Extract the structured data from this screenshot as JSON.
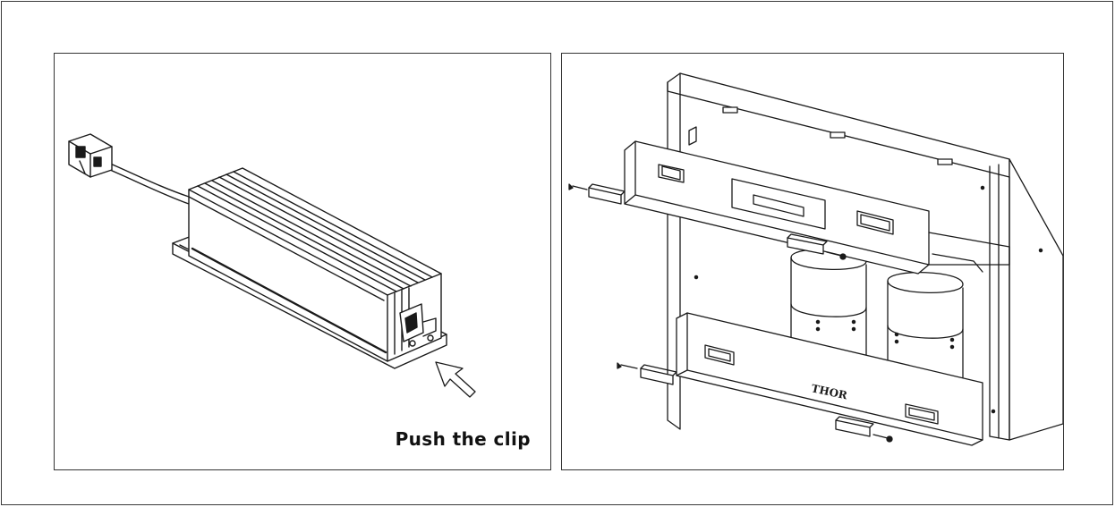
{
  "figure": {
    "left_panel": {
      "caption": "Push the clip",
      "subject": "power-supply-with-connector",
      "pointer_icon": "arrow-pointer-icon"
    },
    "right_panel": {
      "subject": "hood-liner-assembly-exploded",
      "brand_mark": "THOR",
      "fastener_icon": "screw-icon"
    },
    "line_color": "#1a1a1a",
    "frame_color": "#333333"
  }
}
